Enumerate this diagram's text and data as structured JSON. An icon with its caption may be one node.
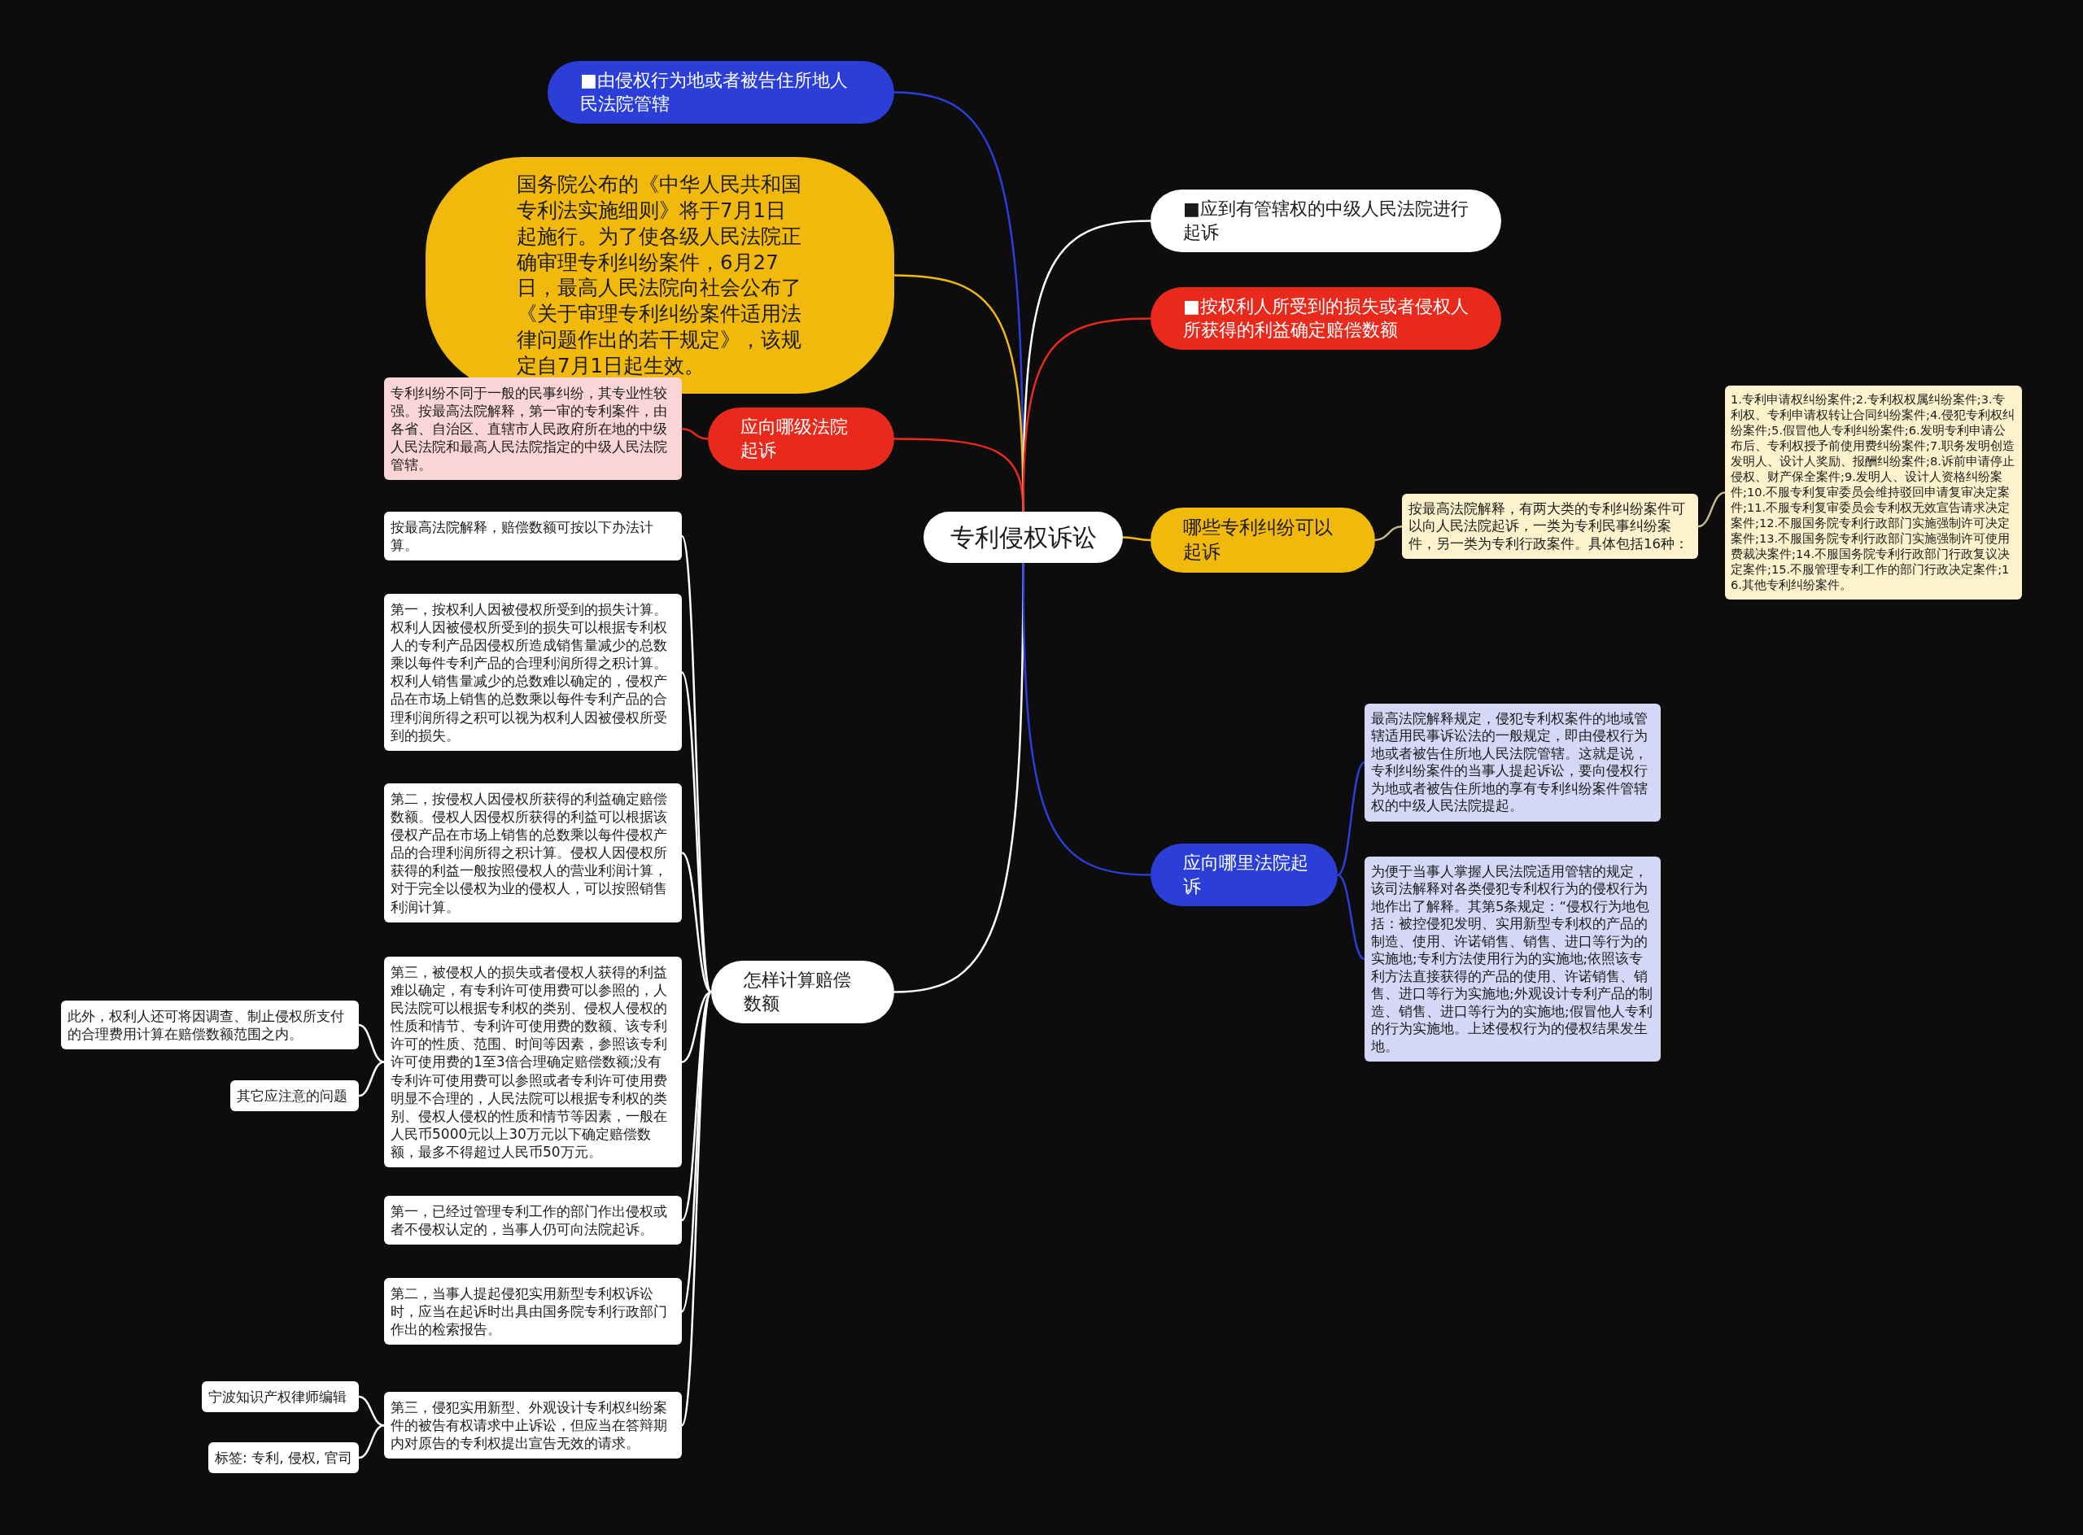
{
  "diagram": {
    "nodes": [
      {
        "text": [
          "专利侵权诉讼"
        ]
      },
      {
        "text": [
          "■由侵权行为地或者被告住所地人民法院管辖"
        ]
      },
      {
        "text": [
          "国务院公布的《中华人民共和国专利法实施细则》将于7月1日起施行。为了使各级人民法院正确审理专利纠纷案件，6月27日，最高人民法院向社会公布了《关于审理专利纠纷案件适用法律问题作出的若干规定》，该规定自7月1日起生效。"
        ]
      },
      {
        "text": [
          "应向哪级法院起诉"
        ]
      },
      {
        "text": [
          "专利纠纷不同于一般的民事纠纷，其专业性较强。按最高法院解释，第一审的专利案件，由各省、自治区、直辖市人民政府所在地的中级人民法院和最高人民法院指定的中级人民法院管辖。"
        ]
      },
      {
        "text": [
          "怎样计算赔偿数额"
        ]
      },
      {
        "text": [
          "按最高法院解释，赔偿数额可按以下办法计算。"
        ]
      },
      {
        "text": [
          "第一，按权利人因被侵权所受到的损失计算。权利人因被侵权所受到的损失可以根据专利权人的专利产品因侵权所造成销售量减少的总数乘以每件专利产品的合理利润所得之积计算。权利人销售量减少的总数难以确定的，侵权产品在市场上销售的总数乘以每件专利产品的合理利润所得之积可以视为权利人因被侵权所受到的损失。"
        ]
      },
      {
        "text": [
          "第二，按侵权人因侵权所获得的利益确定赔偿数额。侵权人因侵权所获得的利益可以根据该侵权产品在市场上销售的总数乘以每件侵权产品的合理利润所得之积计算。侵权人因侵权所获得的利益一般按照侵权人的营业利润计算，对于完全以侵权为业的侵权人，可以按照销售利润计算。"
        ]
      },
      {
        "text": [
          "第三，被侵权人的损失或者侵权人获得的利益难以确定，有专利许可使用费可以参照的，人民法院可以根据专利权的类别、侵权人侵权的性质和情节、专利许可使用费的数额、该专利许可的性质、范围、时间等因素，参照该专利许可使用费的1至3倍合理确定赔偿数额;没有专利许可使用费可以参照或者专利许可使用费明显不合理的，人民法院可以根据专利权的类别、侵权人侵权的性质和情节等因素，一般在人民币5000元以上30万元以下确定赔偿数额，最多不得超过人民币50万元。"
        ]
      },
      {
        "text": [
          "此外，权利人还可将因调查、制止侵权所支付的合理费用计算在赔偿数额范围之内。"
        ]
      },
      {
        "text": [
          "其它应注意的问题"
        ]
      },
      {
        "text": [
          "第一，已经过管理专利工作的部门作出侵权或者不侵权认定的，当事人仍可向法院起诉。"
        ]
      },
      {
        "text": [
          "第二，当事人提起侵犯实用新型专利权诉讼时，应当在起诉时出具由国务院专利行政部门作出的检索报告。"
        ]
      },
      {
        "text": [
          "第三，侵犯实用新型、外观设计专利权纠纷案件的被告有权请求中止诉讼，但应当在答辩期内对原告的专利权提出宣告无效的请求。"
        ]
      },
      {
        "text": [
          "宁波知识产权律师编辑"
        ]
      },
      {
        "text": [
          "标签: 专利, 侵权, 官司"
        ]
      },
      {
        "text": [
          "■应到有管辖权的中级人民法院进行起诉"
        ]
      },
      {
        "text": [
          "■按权利人所受到的损失或者侵权人所获得的利益确定赔偿数额"
        ]
      },
      {
        "text": [
          "哪些专利纠纷可以起诉"
        ]
      },
      {
        "text": [
          "按最高法院解释，有两大类的专利纠纷案件可以向人民法院起诉，一类为专利民事纠纷案件，另一类为专利行政案件。具体包括16种："
        ]
      },
      {
        "text": [
          "1.专利申请权纠纷案件;2.专利权权属纠纷案件;3.专利权、专利申请权转让合同纠纷案件;4.侵犯专利权纠纷案件;5.假冒他人专利纠纷案件;6.发明专利申请公布后、专利权授予前使用费纠纷案件;7.职务发明创造发明人、设计人奖励、报酬纠纷案件;8.诉前申请停止侵权、财产保全案件;9.发明人、设计人资格纠纷案件;10.不服专利复审委员会维持驳回申请复审决定案件;11.不服专利复审委员会专利权无效宣告请求决定案件;12.不服国务院专利行政部门实施强制许可决定案件;13.不服国务院专利行政部门实施强制许可使用费裁决案件;14.不服国务院专利行政部门行政复议决定案件;15.不服管理专利工作的部门行政决定案件;16.其他专利纠纷案件。"
        ]
      },
      {
        "text": [
          "应向哪里法院起诉"
        ]
      },
      {
        "text": [
          "最高法院解释规定，侵犯专利权案件的地域管辖适用民事诉讼法的一般规定，即由侵权行为地或者被告住所地人民法院管辖。这就是说，专利纠纷案件的当事人提起诉讼，要向侵权行为地或者被告住所地的享有专利纠纷案件管辖权的中级人民法院提起。"
        ]
      },
      {
        "text": [
          "为便于当事人掌握人民法院适用管辖的规定，该司法解释对各类侵犯专利权行为的侵权行为地作出了解释。其第5条规定：“侵权行为地包括：被控侵犯发明、实用新型专利权的产品的制造、使用、许诺销售、销售、进口等行为的实施地;专利方法使用行为的实施地;依照该专利方法直接获得的产品的使用、许诺销售、销售、进口等行为实施地;外观设计专利产品的制造、销售、进口等行为的实施地;假冒他人专利的行为实施地。上述侵权行为的侵权结果发生地。"
        ]
      }
    ],
    "edges": [
      {
        "from": 0,
        "to": 1,
        "arrow": "none",
        "color": "#2b3fd8"
      },
      {
        "from": 0,
        "to": 2,
        "arrow": "none",
        "color": "#f0b90b"
      },
      {
        "from": 0,
        "to": 3,
        "arrow": "none",
        "color": "#e8291c"
      },
      {
        "from": 3,
        "to": 4,
        "arrow": "none",
        "color": "#e8291c"
      },
      {
        "from": 0,
        "to": 5,
        "arrow": "none"
      },
      {
        "from": 5,
        "to": 6,
        "arrow": "none"
      },
      {
        "from": 5,
        "to": 7,
        "arrow": "none"
      },
      {
        "from": 5,
        "to": 8,
        "arrow": "none"
      },
      {
        "from": 5,
        "to": 9,
        "arrow": "none"
      },
      {
        "from": 9,
        "to": 10,
        "arrow": "none"
      },
      {
        "from": 9,
        "to": 11,
        "arrow": "none"
      },
      {
        "from": 5,
        "to": 12,
        "arrow": "none"
      },
      {
        "from": 5,
        "to": 13,
        "arrow": "none"
      },
      {
        "from": 5,
        "to": 14,
        "arrow": "none"
      },
      {
        "from": 14,
        "to": 15,
        "arrow": "none"
      },
      {
        "from": 14,
        "to": 16,
        "arrow": "none"
      },
      {
        "from": 0,
        "to": 17,
        "arrow": "none"
      },
      {
        "from": 0,
        "to": 18,
        "arrow": "none",
        "color": "#e8291c"
      },
      {
        "from": 0,
        "to": 19,
        "arrow": "none",
        "color": "#f0b90b"
      },
      {
        "from": 19,
        "to": 20,
        "arrow": "none",
        "color": "#c9b98a"
      },
      {
        "from": 20,
        "to": 21,
        "arrow": "none",
        "color": "#c9b98a"
      },
      {
        "from": 0,
        "to": 22,
        "arrow": "none",
        "color": "#2b3fd8"
      },
      {
        "from": 22,
        "to": 23,
        "arrow": "none",
        "color": "#2b3fd8"
      },
      {
        "from": 22,
        "to": 24,
        "arrow": "none",
        "color": "#2b3fd8"
      }
    ]
  }
}
